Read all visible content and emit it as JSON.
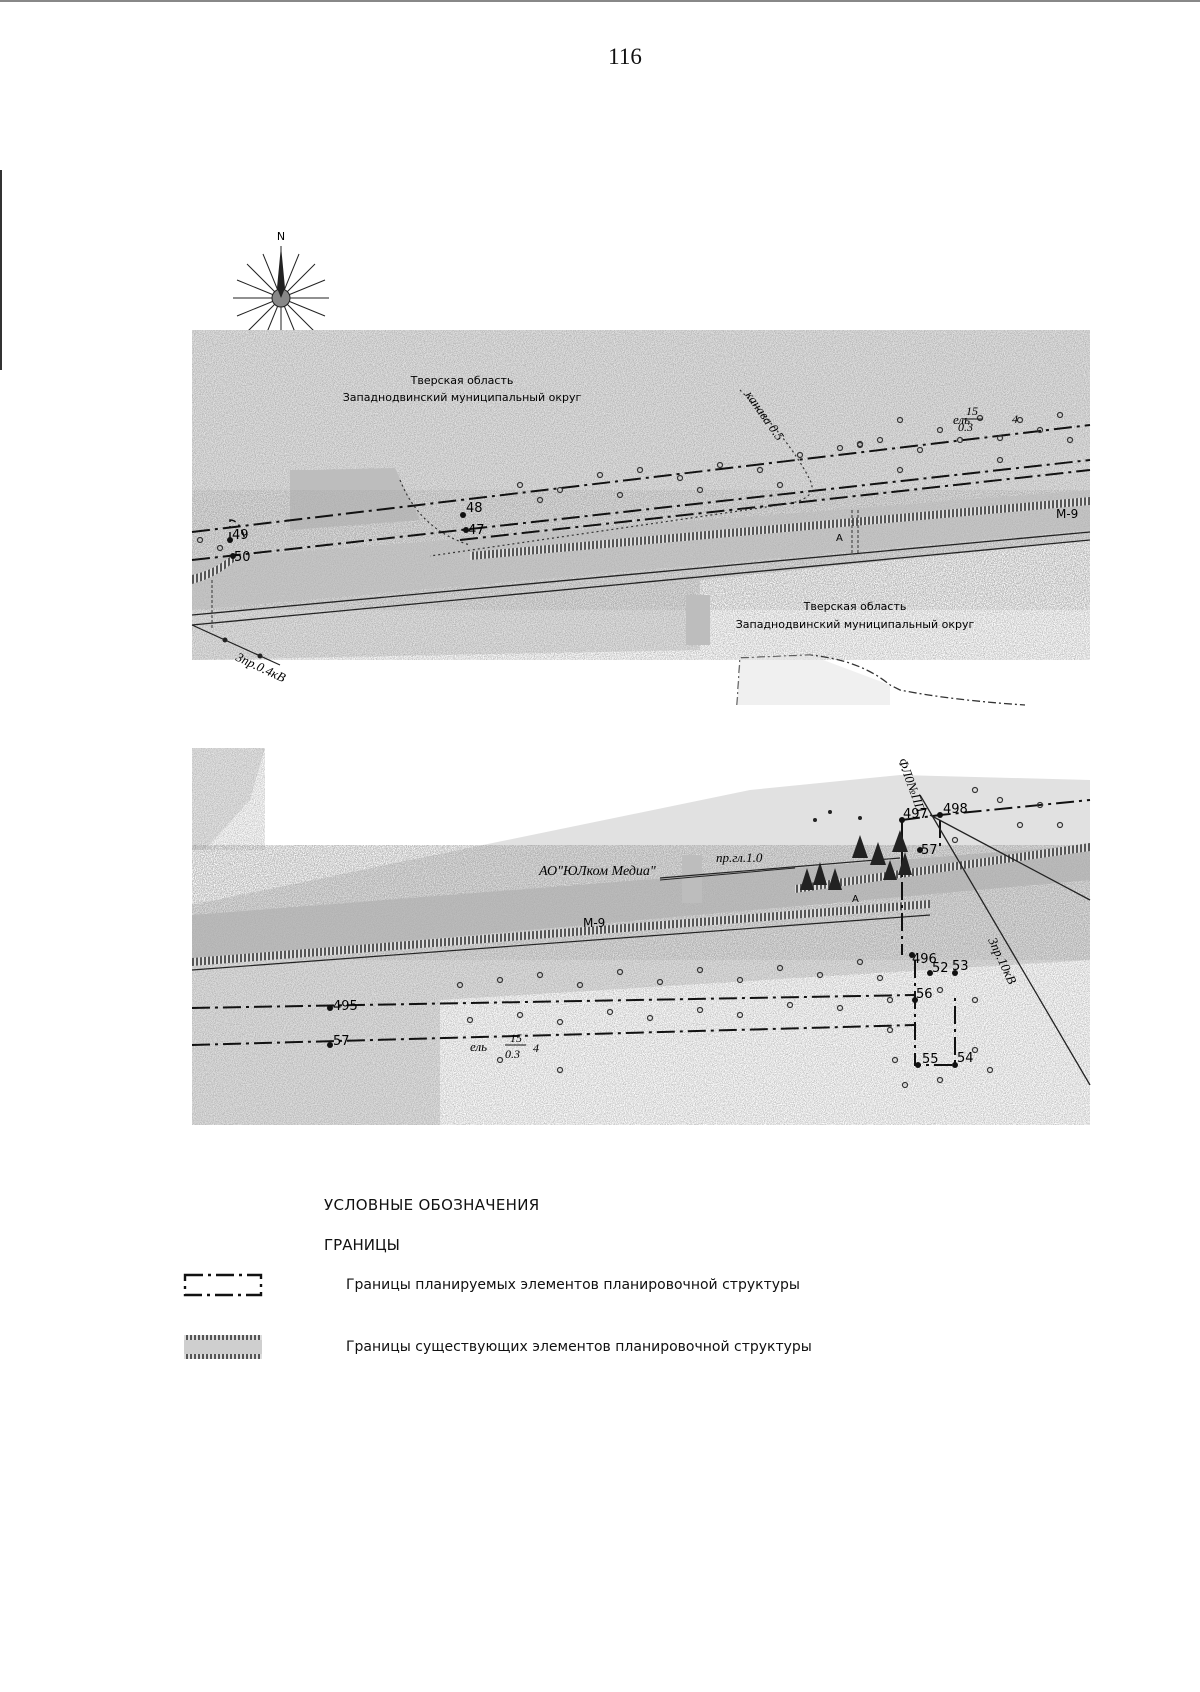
{
  "page": {
    "number": "116"
  },
  "compass": {
    "north_label": "N"
  },
  "map_top": {
    "region_label_1": "Тверская область",
    "region_label_2": "Западнодвинский муниципальный округ",
    "region_label_3": "Тверская область",
    "region_label_4": "Западнодвинский муниципальный округ",
    "ditch_label": "канава 0.5",
    "tree_label_prefix": "ель",
    "tree_label_num": "15",
    "tree_label_den": "0.3",
    "tree_label_suffix": "4",
    "road_label": "М-9",
    "road_marker": "A",
    "power_line_label": "3пр.0.4кВ",
    "points": [
      "48",
      "47",
      "49",
      "50"
    ]
  },
  "map_bottom": {
    "company_label": "АО\"ЮЛком Медиа\"",
    "pipeline_label": "пр.гл.1.0",
    "fiber_label": "ФЛ0№ПП",
    "power_line_label": "3пр.10кВ",
    "road_label": "М-9",
    "road_marker": "A",
    "tree_label_prefix": "ель",
    "tree_label_num": "15",
    "tree_label_den": "0.3",
    "tree_label_suffix": "4",
    "points": [
      "497",
      "498",
      "57",
      "496",
      "52",
      "53",
      "56",
      "55",
      "54",
      "495",
      "57"
    ]
  },
  "legend": {
    "title": "УСЛОВНЫЕ ОБОЗНАЧЕНИЯ",
    "subtitle": "ГРАНИЦЫ",
    "items": [
      {
        "text": "Границы планируемых элементов планировочной структуры"
      },
      {
        "text": "Границы существующих элементов планировочной структуры"
      }
    ]
  }
}
